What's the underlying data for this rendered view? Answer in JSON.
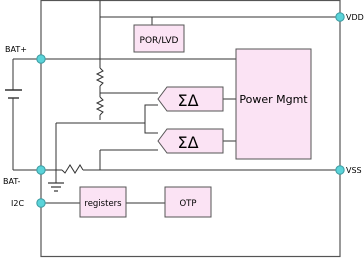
{
  "pins": {
    "vdd": "VDD",
    "vss": "VSS",
    "bat_plus": "BAT+",
    "bat_minus": "BAT-",
    "i2c": "I2C"
  },
  "blocks": {
    "por_lvd": "POR/LVD",
    "power_mgmt": "Power Mgmt",
    "adc_top": "ΣΔ",
    "adc_bottom": "ΣΔ",
    "registers": "registers",
    "otp": "OTP"
  },
  "colors": {
    "block_fill": "#fbe3f4",
    "pin_fill": "#5ad3d9"
  }
}
